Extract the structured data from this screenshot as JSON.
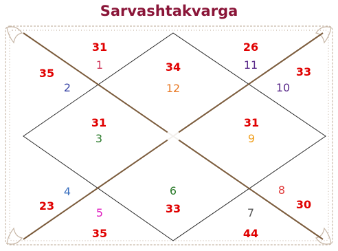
{
  "title": "Sarvashtakvarga",
  "houses": [
    {
      "house": 1,
      "sign": "12",
      "points": "34",
      "sign_color": "#e87722"
    },
    {
      "house": 2,
      "sign": "1",
      "points": "31",
      "sign_color": "#d0365a"
    },
    {
      "house": 3,
      "sign": "2",
      "points": "35",
      "sign_color": "#3a46a6"
    },
    {
      "house": 4,
      "sign": "3",
      "points": "31",
      "sign_color": "#2a7a2a"
    },
    {
      "house": 5,
      "sign": "4",
      "points": "23",
      "sign_color": "#3a6fbf"
    },
    {
      "house": 6,
      "sign": "5",
      "points": "35",
      "sign_color": "#e020c0"
    },
    {
      "house": 7,
      "sign": "6",
      "points": "33",
      "sign_color": "#2a7a2a"
    },
    {
      "house": 8,
      "sign": "7",
      "points": "44",
      "sign_color": "#555555"
    },
    {
      "house": 9,
      "sign": "8",
      "points": "30",
      "sign_color": "#e03a3a"
    },
    {
      "house": 10,
      "sign": "9",
      "points": "31",
      "sign_color": "#f0a020"
    },
    {
      "house": 11,
      "sign": "10",
      "points": "33",
      "sign_color": "#5a2a8a"
    },
    {
      "house": 12,
      "sign": "11",
      "points": "26",
      "sign_color": "#5a2a8a"
    }
  ],
  "colors": {
    "title": "#8a1538",
    "points": "#e00000",
    "lines": "#2b2b2b",
    "diagonals": "#7a5a3a",
    "border": "#c8b8a8"
  }
}
